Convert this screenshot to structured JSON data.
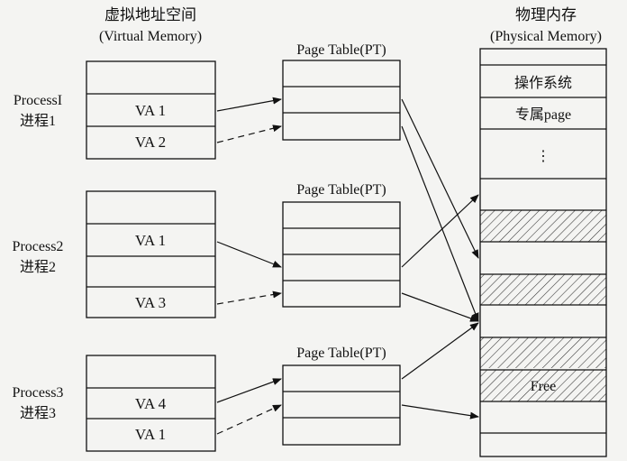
{
  "virtual_memory": {
    "title_cn": "虚拟地址空间",
    "title_en": "(Virtual Memory)"
  },
  "page_table": {
    "title": "Page Table(PT)"
  },
  "physical_memory": {
    "title_cn": "物理内存",
    "title_en": "(Physical Memory)",
    "cells": [
      "操作系统",
      "专属page",
      "⋮",
      "Free"
    ]
  },
  "processes": [
    {
      "name": "ProcessI",
      "name_cn": "进程1",
      "va_labels": [
        "VA 1",
        "VA 2"
      ]
    },
    {
      "name": "Process2",
      "name_cn": "进程2",
      "va_labels": [
        "VA 1",
        "VA 3"
      ]
    },
    {
      "name": "Process3",
      "name_cn": "进程3",
      "va_labels": [
        "VA 4",
        "VA 1"
      ]
    }
  ]
}
